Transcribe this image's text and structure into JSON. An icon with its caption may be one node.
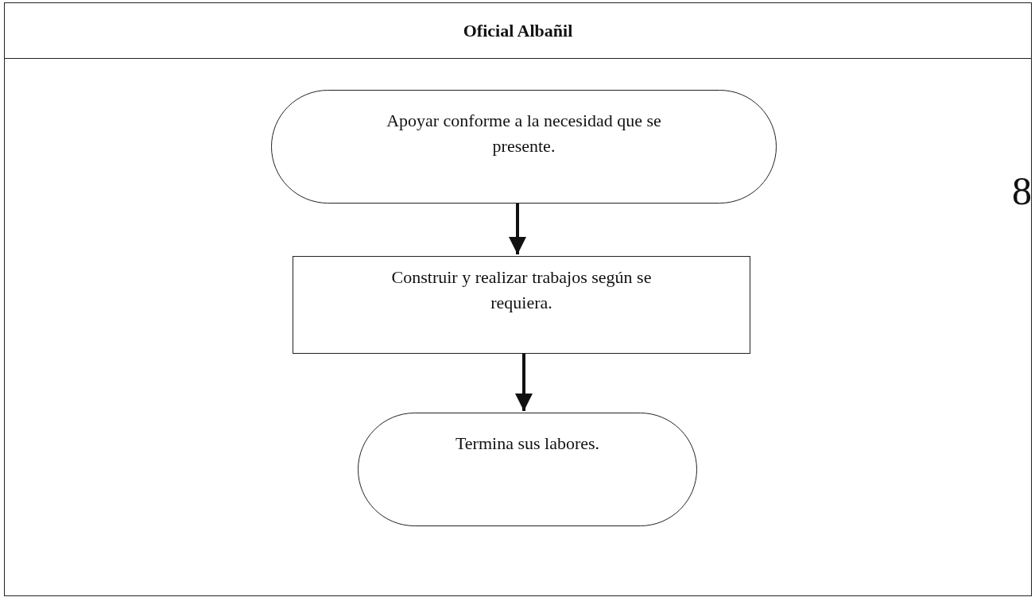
{
  "diagram": {
    "nodes": [
      {
        "text": [
          "Oficial Albañil"
        ]
      },
      {
        "text": [
          "Apoyar conforme a la necesidad que se presente."
        ],
        "in": 0
      },
      {
        "text": [
          "Construir y realizar trabajos según se requiera."
        ],
        "in": 0
      },
      {
        "text": [
          "Termina sus labores."
        ],
        "in": 0
      }
    ],
    "edges": [
      {
        "from": 1,
        "to": 2,
        "arrow": "to"
      },
      {
        "from": 2,
        "to": 3,
        "arrow": "to"
      }
    ],
    "labels": [
      "8"
    ]
  }
}
